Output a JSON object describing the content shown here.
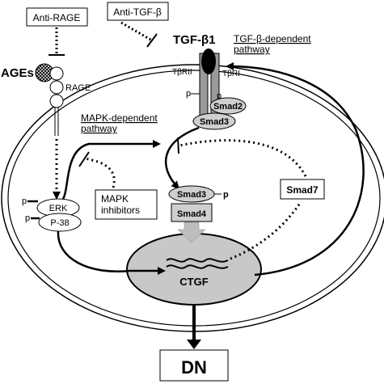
{
  "labels": {
    "anti_rage": "Anti-RAGE",
    "anti_tgf": "Anti-TGF-β",
    "tgf_b1": "TGF-β1",
    "tbrii": "TβRII",
    "tbri": "TβRI",
    "tgf_pathway_line1": "TGF-β-dependent",
    "tgf_pathway_line2": "pathway",
    "ages": "AGEs",
    "rage": "RAGE",
    "p": "p",
    "smad2": "Smad2",
    "smad3": "Smad3",
    "mapk_pathway_line1": "MAPK-dependent",
    "mapk_pathway_line2": "pathway",
    "erk": "ERK",
    "p38": "P-38",
    "mapk_inhibitors_line1": "MAPK",
    "mapk_inhibitors_line2": "inhibitors",
    "smad3_nuc": "Smad3",
    "smad4": "Smad4",
    "smad7": "Smad7",
    "ctgf": "CTGF",
    "dn": "DN"
  },
  "colors": {
    "stroke": "#000000",
    "protein_fill": "#cfcfcf",
    "nucleus_fill": "#c8c8c8",
    "arrow_gray": "#bdbdbd",
    "receptor_fill": "#9a9a9a"
  }
}
